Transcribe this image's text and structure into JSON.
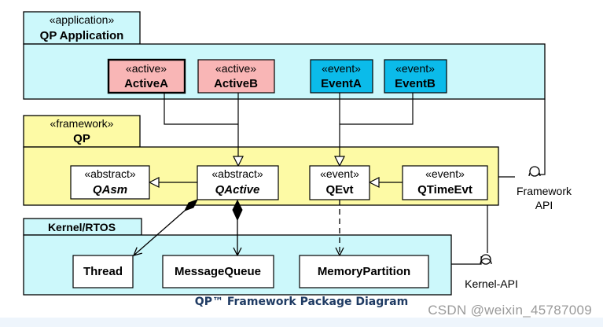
{
  "packages": {
    "application": {
      "stereotype": "«application»",
      "name": "QP Application"
    },
    "framework": {
      "stereotype": "«framework»",
      "name": "QP"
    },
    "kernel": {
      "name": "Kernel/RTOS"
    }
  },
  "classes": {
    "activeA": {
      "stereotype": "«active»",
      "name": "ActiveA"
    },
    "activeB": {
      "stereotype": "«active»",
      "name": "ActiveB"
    },
    "eventA": {
      "stereotype": "«event»",
      "name": "EventA"
    },
    "eventB": {
      "stereotype": "«event»",
      "name": "EventB"
    },
    "qasm": {
      "stereotype": "«abstract»",
      "name": "QAsm"
    },
    "qactive": {
      "stereotype": "«abstract»",
      "name": "QActive"
    },
    "qevt": {
      "stereotype": "«event»",
      "name": "QEvt"
    },
    "qtimeevt": {
      "stereotype": "«event»",
      "name": "QTimeEvt"
    },
    "thread": {
      "name": "Thread"
    },
    "messagequeue": {
      "name": "MessageQueue"
    },
    "memorypartition": {
      "name": "MemoryPartition"
    }
  },
  "interfaces": {
    "framework_api": {
      "line1": "Framework",
      "line2": "API"
    },
    "kernel_api": {
      "label": "Kernel-API"
    }
  },
  "caption": "QP™ Framework Package Diagram",
  "watermark": "CSDN @weixin_45787009",
  "colors": {
    "application_fill": "#ccf8fb",
    "framework_fill": "#fdfaa5",
    "kernel_fill": "#ccf8fb",
    "active_fill": "#f9b6b6",
    "event_fill": "#0bbbea",
    "plain_fill": "#ffffff",
    "stroke": "#000000"
  }
}
